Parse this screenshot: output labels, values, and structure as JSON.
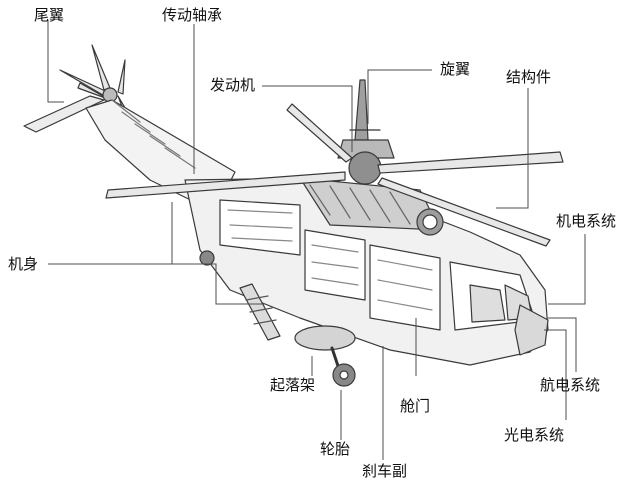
{
  "labels": {
    "tail_rotor": "尾翼",
    "drive_shaft": "传动轴承",
    "engine": "发动机",
    "main_rotor": "旋翼",
    "structure": "结构件",
    "electromech": "机电系统",
    "fuselage": "机身",
    "landing_gear": "起落架",
    "avionics": "航电系统",
    "hatch": "舱门",
    "tire": "轮胎",
    "optoelectronic": "光电系统",
    "brake": "刹车副"
  },
  "colors": {
    "line": "#555555",
    "ink": "#222222",
    "light": "#9a9a9a"
  }
}
